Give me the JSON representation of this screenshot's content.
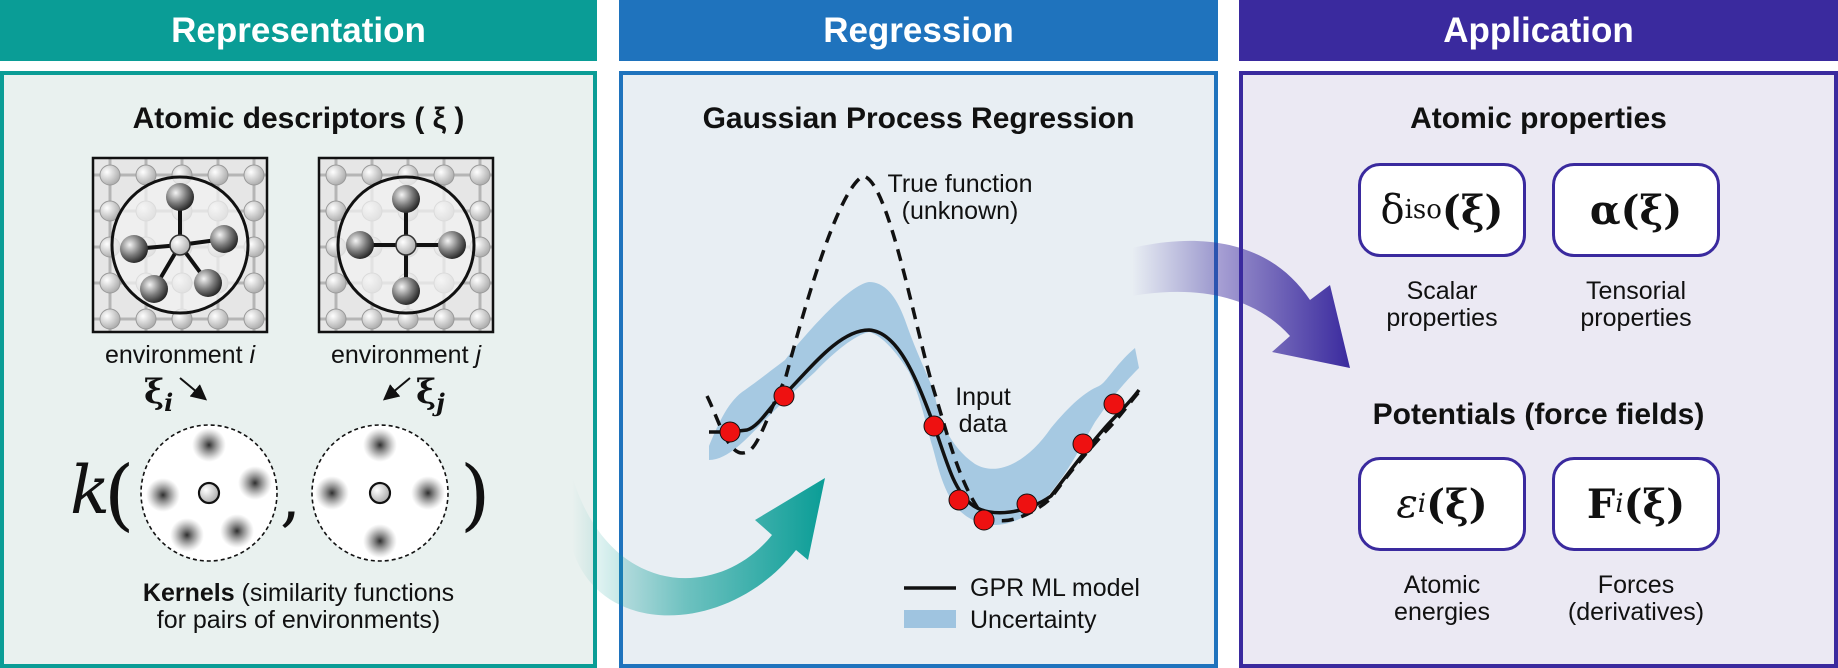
{
  "headers": {
    "representation": "Representation",
    "regression": "Regression",
    "application": "Application"
  },
  "colors": {
    "teal": "#0a9d96",
    "blue": "#1f73bd",
    "purple": "#3a2a9e",
    "red": "#ee1111",
    "uncertainty": "#9fc4e0"
  },
  "representation": {
    "title": "Atomic descriptors ( ξ )",
    "env_i_prefix": "environment ",
    "env_i_var": "i",
    "env_j_prefix": "environment ",
    "env_j_var": "j",
    "xi_i": "ξ",
    "xi_i_sub": "i",
    "xi_j": "ξ",
    "xi_j_sub": "j",
    "kernel_k": "k",
    "kernels_bold": "Kernels",
    "kernels_rest_1": " (similarity functions",
    "kernels_rest_2": "for pairs of environments)"
  },
  "regression": {
    "title": "Gaussian Process Regression",
    "true_function": "True function",
    "unknown": "(unknown)",
    "input": "Input",
    "data": "data",
    "legend_model": "GPR ML model",
    "legend_uncertainty": "Uncertainty"
  },
  "application": {
    "title_atomic": "Atomic properties",
    "box_delta": "δ",
    "box_delta_sub": "iso",
    "box_delta_arg": "(ξ)",
    "box_alpha": "α",
    "box_alpha_arg": "(ξ)",
    "scalar_1": "Scalar",
    "scalar_2": "properties",
    "tensorial_1": "Tensorial",
    "tensorial_2": "properties",
    "title_potentials": "Potentials (force fields)",
    "box_eps": "ε",
    "box_eps_sub": "i",
    "box_eps_arg": "(ξ)",
    "box_F": "F",
    "box_F_sub": "i",
    "box_F_arg": "(ξ)",
    "energies_1": "Atomic",
    "energies_2": "energies",
    "forces_1": "Forces",
    "forces_2": "(derivatives)"
  }
}
